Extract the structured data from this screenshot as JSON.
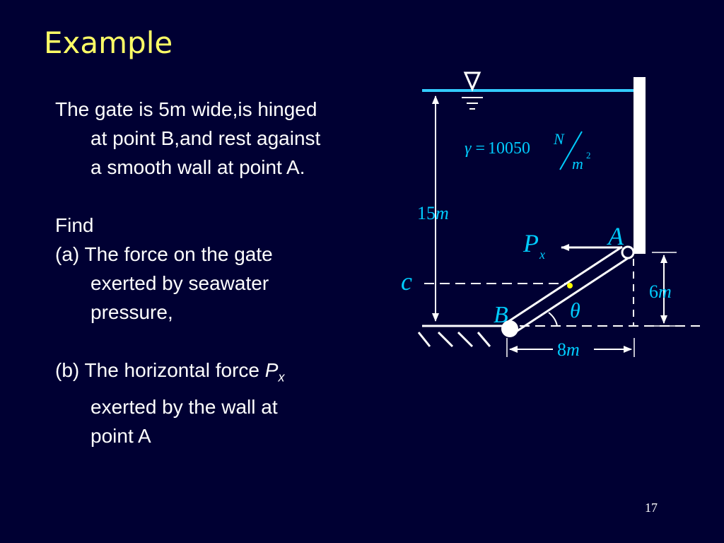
{
  "slide": {
    "title": "Example",
    "page_number": "17",
    "problem": {
      "line1": "The gate is 5m wide,is hinged",
      "line2": "at point B,and rest against",
      "line3": "a smooth wall at point A.",
      "find": "Find",
      "a_label": "(a)",
      "a_line1": "The force on the gate",
      "a_line2": "exerted by seawater",
      "a_line3": "pressure,",
      "b_label": "(b)",
      "b_line1_prefix": "The horizontal force ",
      "b_var": "P",
      "b_sub": "x",
      "b_line2": "exerted by the wall at",
      "b_line3": "point A"
    }
  },
  "diagram": {
    "gamma_symbol": "γ",
    "equals": "=",
    "gamma_value": "10050",
    "unit_num": "N",
    "unit_den": "m",
    "unit_exp": "2",
    "depth_value": "15",
    "depth_unit": "m",
    "height_value": "6",
    "height_unit": "m",
    "width_value": "8",
    "width_unit": "m",
    "label_A": "A",
    "label_B": "B",
    "label_C": "c",
    "label_theta": "θ",
    "force_var": "P",
    "force_sub": "x",
    "colors": {
      "background": "#000033",
      "title": "#ffff66",
      "math": "#00ccff",
      "centroid": "#ffff00",
      "lines": "#ffffff"
    }
  }
}
